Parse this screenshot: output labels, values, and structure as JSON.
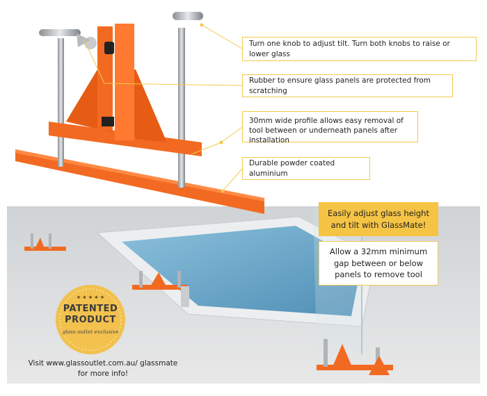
{
  "callouts": {
    "tilt": "Turn one knob to adjust tilt. Turn both knobs to raise or lower glass",
    "rubber": "Rubber to ensure glass panels are protected from scratching",
    "profile": "30mm wide profile allows easy removal of tool between or underneath panels after installation",
    "aluminium": "Durable powder coated aluminium"
  },
  "notes": {
    "adjust": "Easily adjust glass height and tilt with GlassMate!",
    "gap": "Allow a 32mm minimum gap between or below panels to remove tool"
  },
  "badge": {
    "line1": "PATENTED",
    "line2": "PRODUCT",
    "line3": "glass outlet exclusive",
    "stars": "★ ★ ★ ★ ★"
  },
  "visit": {
    "url_line": "Visit www.glassoutlet.com.au/ glassmate",
    "more": "for more info!"
  },
  "colors": {
    "orange": "#f26a21",
    "callout_border": "#f2c94c",
    "yellow": "#f5c445",
    "badge_gold": "#f2c14e",
    "pool_water": "#6fa8c8",
    "floor": "#dcdcdc"
  }
}
